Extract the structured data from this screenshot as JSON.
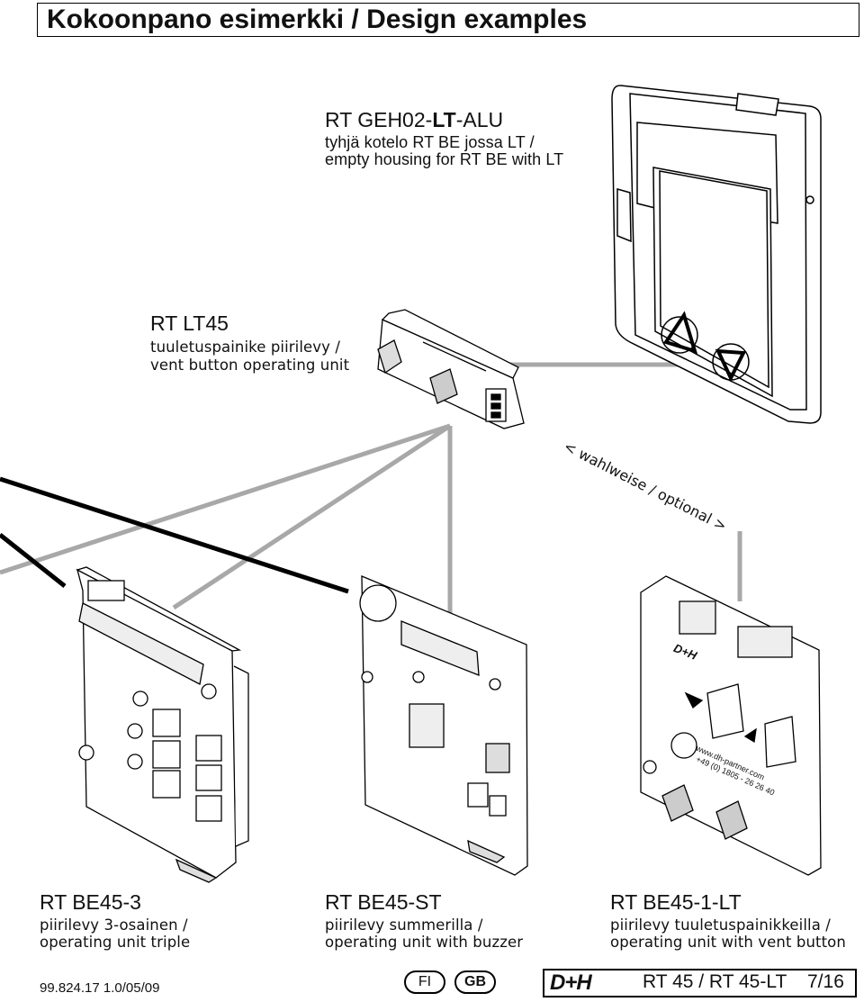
{
  "header": {
    "title": "Kokoonpano esimerkki / Design examples"
  },
  "housing": {
    "name_prefix": "RT GEH02-",
    "name_bold": "LT",
    "name_suffix": "-ALU",
    "desc_line1": "tyhjä kotelo RT BE jossa LT /",
    "desc_line2": "empty housing for RT BE with LT"
  },
  "vent_unit": {
    "name": "RT LT45",
    "desc_line1": "tuuletuspainike piirilevy /",
    "desc_line2": "vent button operating unit"
  },
  "optional_label": "< wahlweise / optional >",
  "products": [
    {
      "name": "RT BE45-3",
      "desc_line1": "piirilevy 3-osainen /",
      "desc_line2": "operating unit triple"
    },
    {
      "name": "RT BE45-ST",
      "desc_line1": "piirilevy summerilla /",
      "desc_line2": "operating unit with buzzer"
    },
    {
      "name": "RT BE45-1-LT",
      "desc_line1": "piirilevy tuuletuspainikkeilla /",
      "desc_line2": "operating unit with vent button"
    }
  ],
  "footer": {
    "doc_code": "99.824.17  1.0/05/09",
    "lang_fi": "FI",
    "lang_gb": "GB",
    "brand": "D+H",
    "doc_title": "RT 45 / RT 45-LT",
    "page": "7/16"
  },
  "device_labels": {
    "web": "www.dh-partner.com",
    "phone": "+49 (0) 1805 - 26 26 40",
    "logo": "D+H"
  }
}
